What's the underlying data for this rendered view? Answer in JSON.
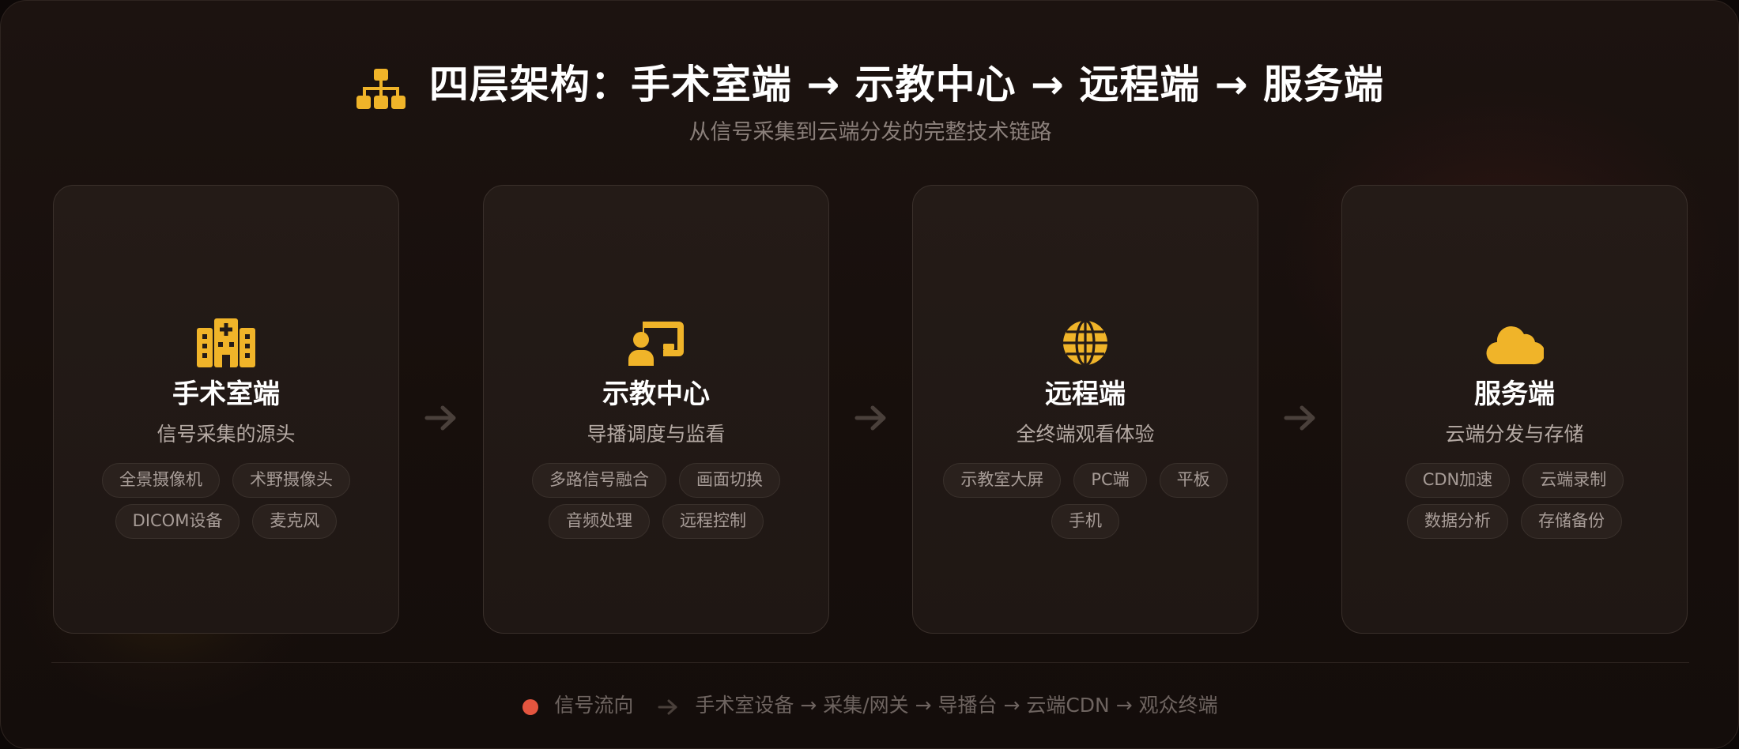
{
  "header": {
    "icon": "sitemap-icon",
    "title": "四层架构：手术室端 → 示教中心 → 远程端 → 服务端",
    "subtitle": "从信号采集到云端分发的完整技术链路"
  },
  "colors": {
    "accent": "#F0B429",
    "signal_dot": "#E4553F",
    "background": "#1A1210",
    "card_border": "#3A302B"
  },
  "cards": [
    {
      "icon": "hospital-icon",
      "title": "手术室端",
      "subtitle": "信号采集的源头",
      "tags": [
        "全景摄像机",
        "术野摄像头",
        "DICOM设备",
        "麦克风"
      ]
    },
    {
      "icon": "chalkboard-teacher-icon",
      "title": "示教中心",
      "subtitle": "导播调度与监看",
      "tags": [
        "多路信号融合",
        "画面切换",
        "音频处理",
        "远程控制"
      ]
    },
    {
      "icon": "globe-icon",
      "title": "远程端",
      "subtitle": "全终端观看体验",
      "tags": [
        "示教室大屏",
        "PC端",
        "平板",
        "手机"
      ]
    },
    {
      "icon": "cloud-icon",
      "title": "服务端",
      "subtitle": "云端分发与存储",
      "tags": [
        "CDN加速",
        "云端录制",
        "数据分析",
        "存储备份"
      ]
    }
  ],
  "footer": {
    "label": "信号流向",
    "flow": "手术室设备 → 采集/网关 → 导播台 → 云端CDN → 观众终端"
  }
}
